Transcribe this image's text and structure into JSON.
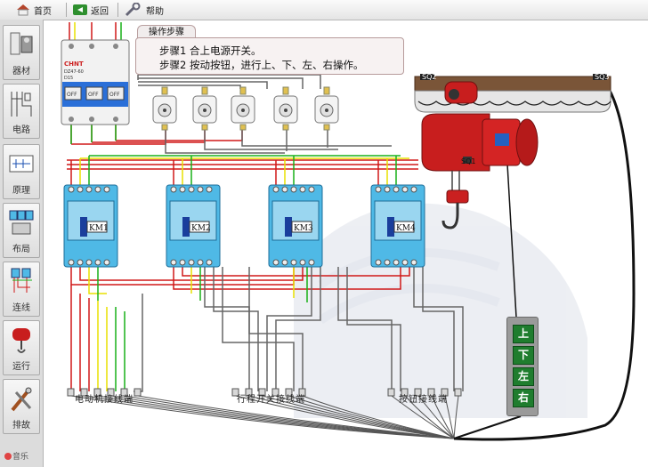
{
  "toolbar": {
    "home_label": "首页",
    "back_label": "返回",
    "help_label": "帮助"
  },
  "sidebar": {
    "items": [
      {
        "label": "器材"
      },
      {
        "label": "电路"
      },
      {
        "label": "原理"
      },
      {
        "label": "布局"
      },
      {
        "label": "连线"
      },
      {
        "label": "运行"
      },
      {
        "label": "排故"
      }
    ],
    "music_label": "音乐"
  },
  "steps": {
    "tab_label": "操作步骤",
    "step1": "步骤1  合上电源开关。",
    "step2": "步骤2  按动按钮，进行上、下、左、右操作。"
  },
  "breaker": {
    "brand": "CHNT",
    "model": "DZ47-60",
    "rating": "D15",
    "off_label": "OFF"
  },
  "contactors": [
    {
      "label": "KM1"
    },
    {
      "label": "KM2"
    },
    {
      "label": "KM3"
    },
    {
      "label": "KM4"
    }
  ],
  "hoist": {
    "limit_left": "SQ2",
    "limit_right": "SQ3",
    "limit_up": "SQ1"
  },
  "control_buttons": [
    {
      "label": "上"
    },
    {
      "label": "下"
    },
    {
      "label": "左"
    },
    {
      "label": "右"
    }
  ],
  "terminal_labels": {
    "motor": "电动机接线端",
    "limit": "行程开关接线端",
    "button": "按钮接线端"
  },
  "colors": {
    "wire_red": "#d01818",
    "wire_yellow": "#e8e000",
    "wire_green": "#18b018",
    "wire_gray": "#666666",
    "contactor_blue": "#4fb9e6",
    "hoist_red": "#c81e1e",
    "button_green": "#1f7d2e"
  }
}
